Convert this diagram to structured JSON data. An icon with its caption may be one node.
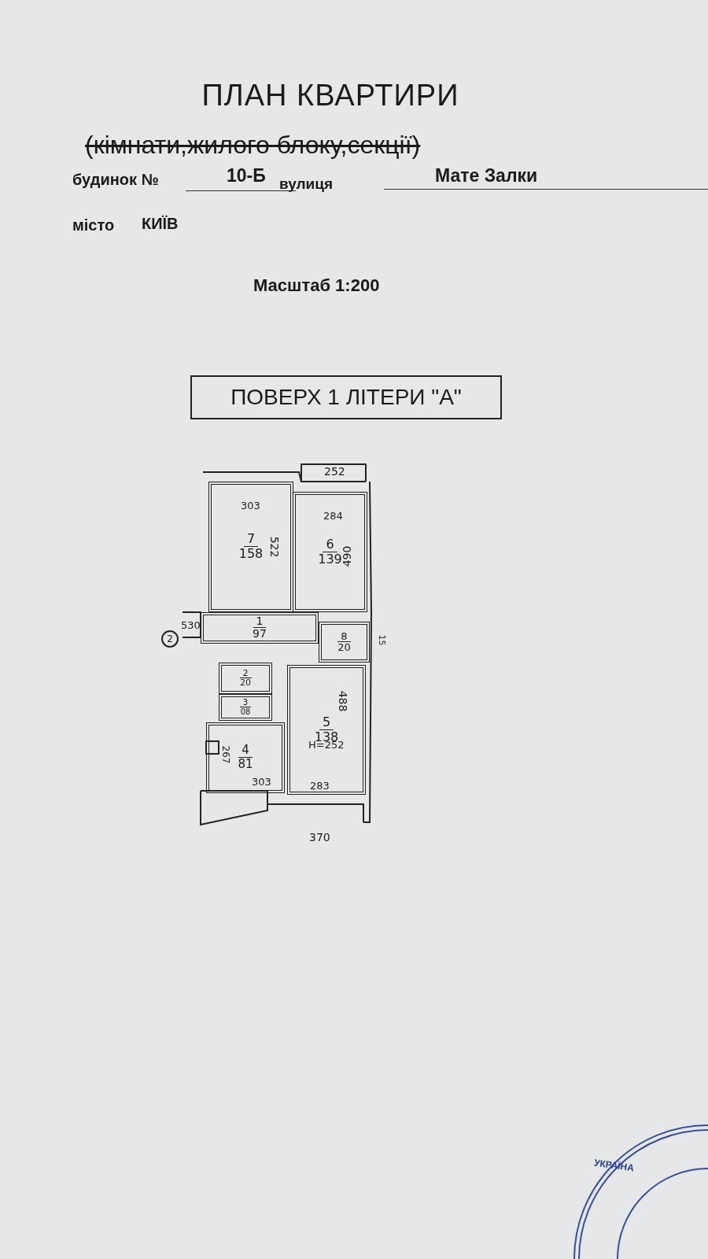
{
  "diagram": {
    "title": "ПЛАН КВАРТИРИ",
    "nodes": [
      {
        "text": [
          "ПОВЕРХ 1 ЛІТЕРИ \"А\""
        ]
      },
      {
        "text": [
          "7",
          "158"
        ]
      },
      {
        "text": [
          "6",
          "139"
        ]
      },
      {
        "text": [
          "1",
          "97"
        ]
      },
      {
        "text": [
          "8",
          "20"
        ]
      },
      {
        "text": [
          "2",
          "20"
        ]
      },
      {
        "text": [
          "3",
          "08"
        ]
      },
      {
        "text": [
          "4",
          "81"
        ]
      },
      {
        "text": [
          "5",
          "138"
        ]
      }
    ],
    "labels": [
      "(кімнати,жилого блоку,секції)",
      "будинок №",
      "10-Б",
      "вулиця",
      "Мате Залки",
      "місто",
      "КИЇВ",
      "Масштаб 1:200",
      "252",
      "303",
      "284",
      "522",
      "490",
      "2",
      "530",
      "15",
      "Н=252",
      "488",
      "267",
      "303",
      "283",
      "370",
      "УКРАЇНА"
    ]
  }
}
